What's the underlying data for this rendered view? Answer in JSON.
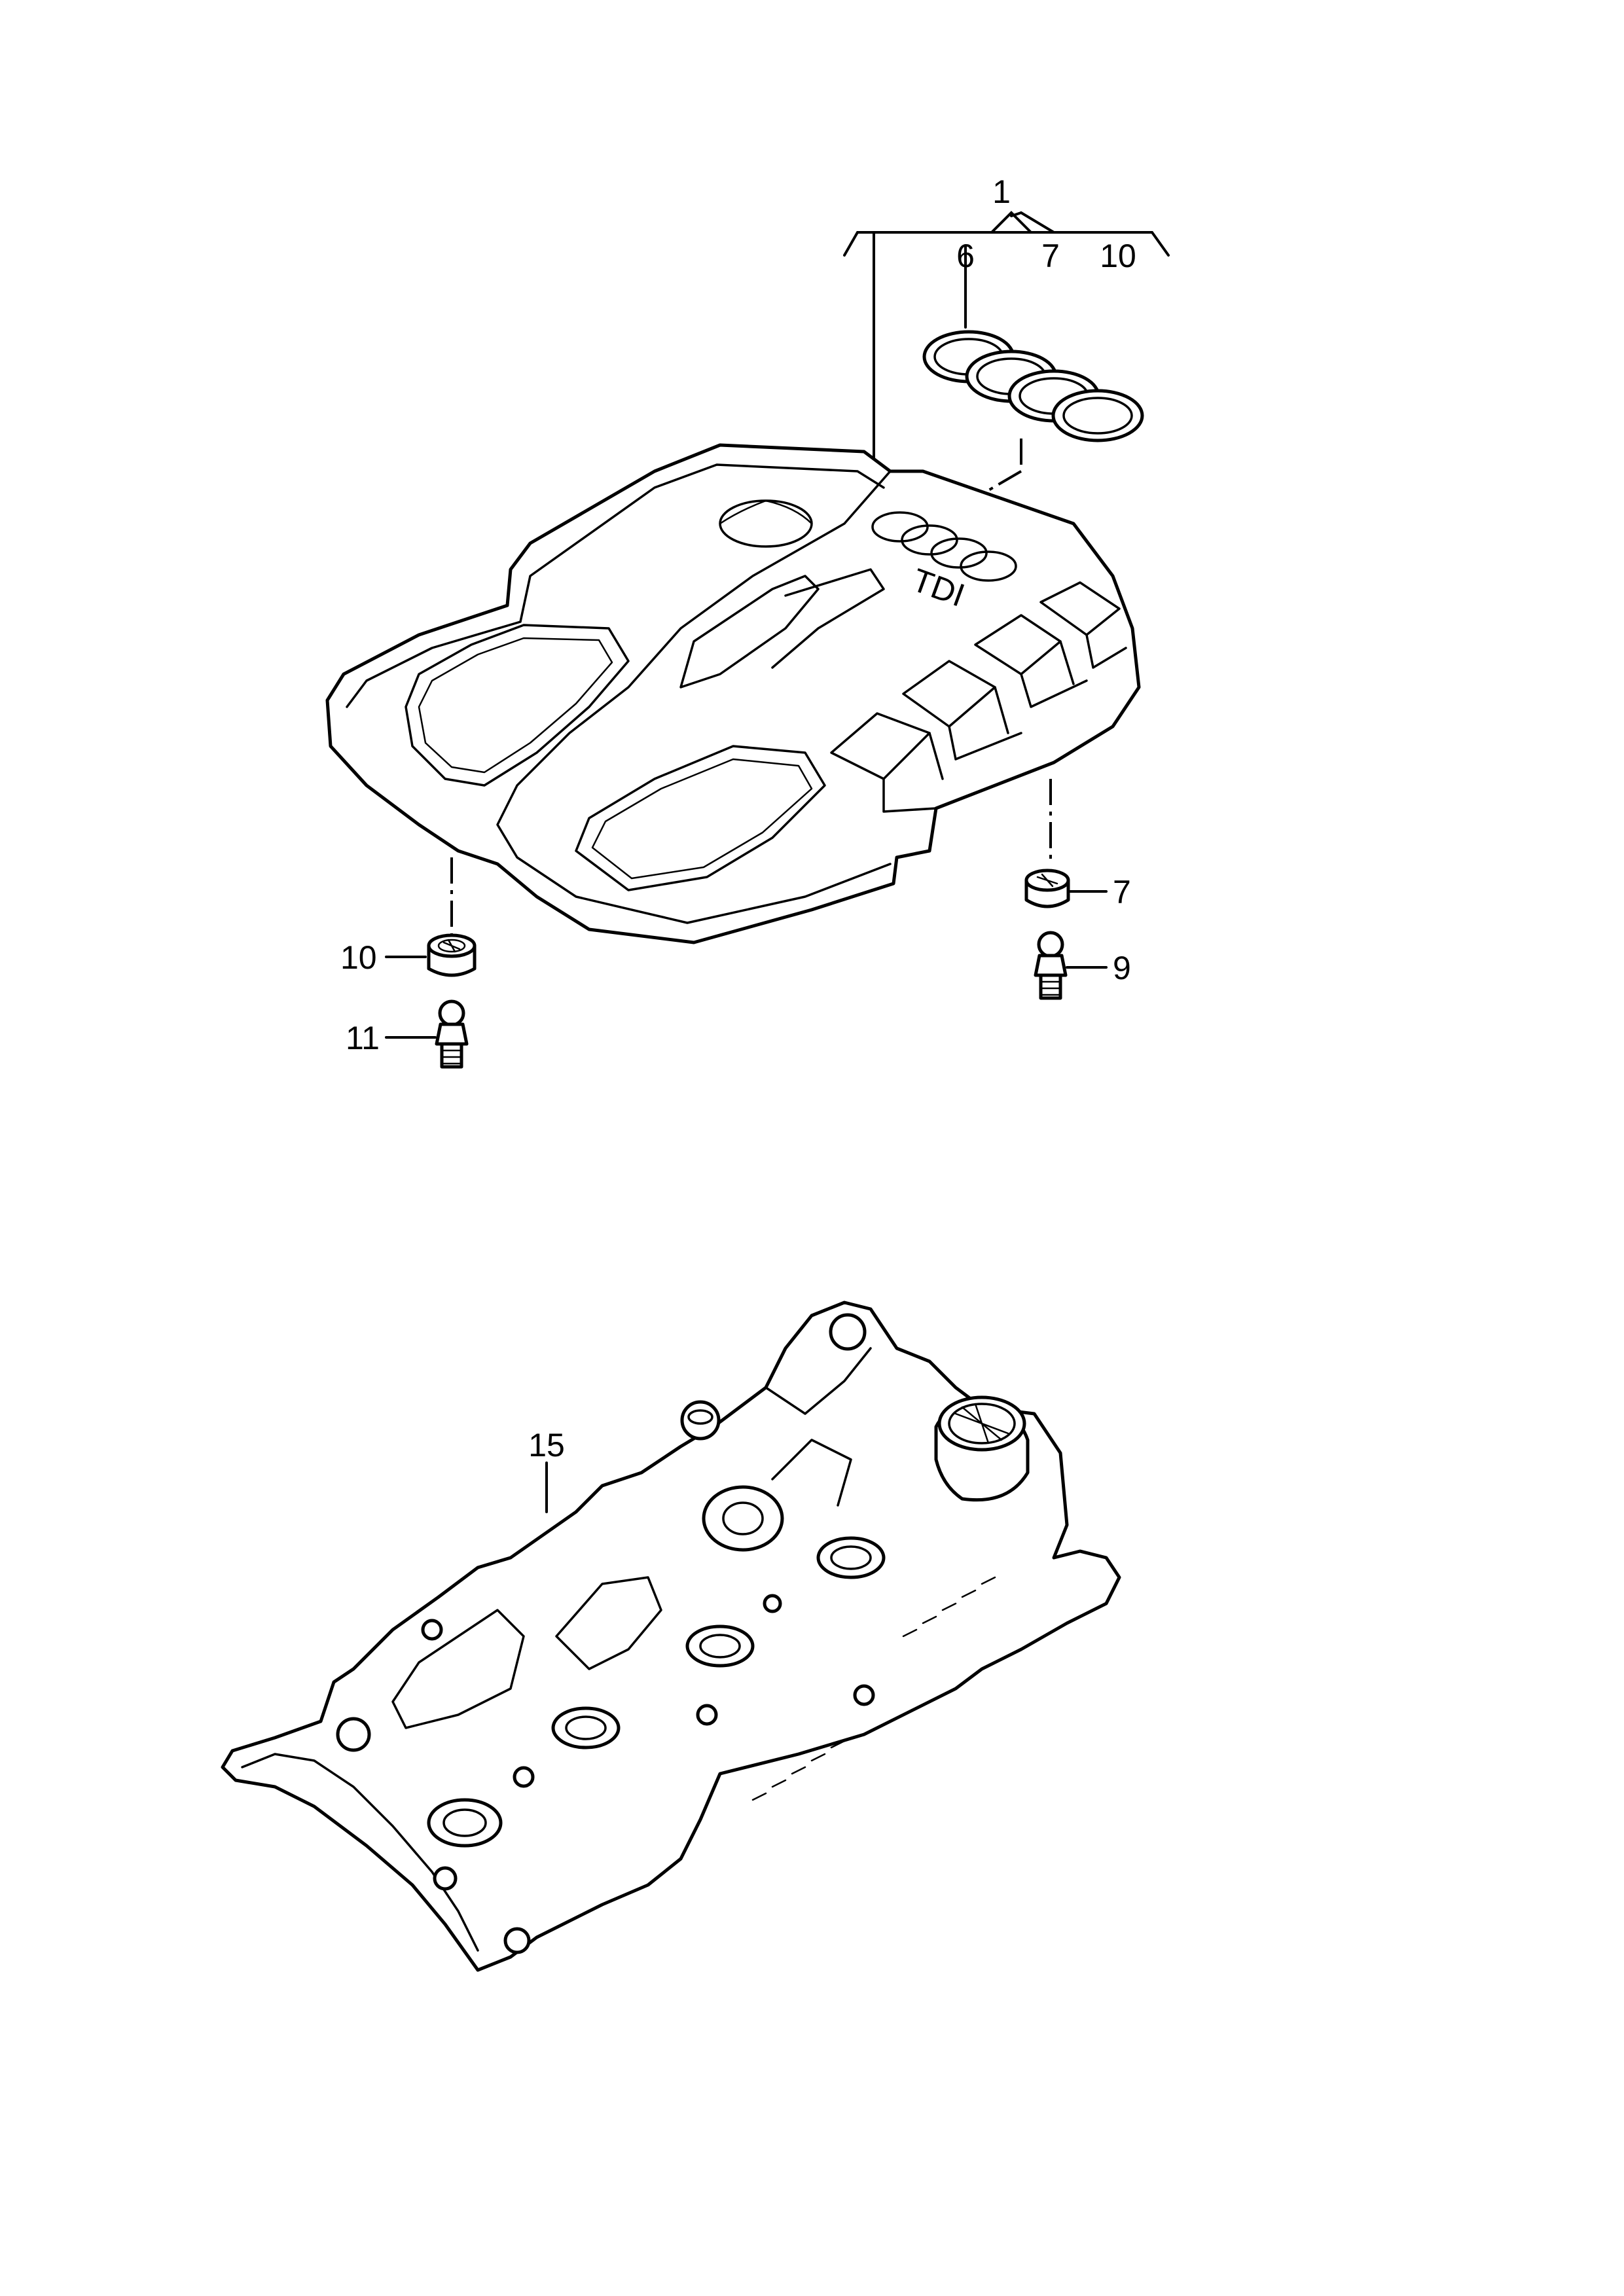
{
  "labels": {
    "part_1": "1",
    "part_6": "6",
    "part_7_group": "7",
    "part_10_group": "10",
    "part_7": "7",
    "part_9": "9",
    "part_10": "10",
    "part_11": "11",
    "part_15": "15"
  },
  "engine_cover": {
    "logo_text": "TDI"
  }
}
